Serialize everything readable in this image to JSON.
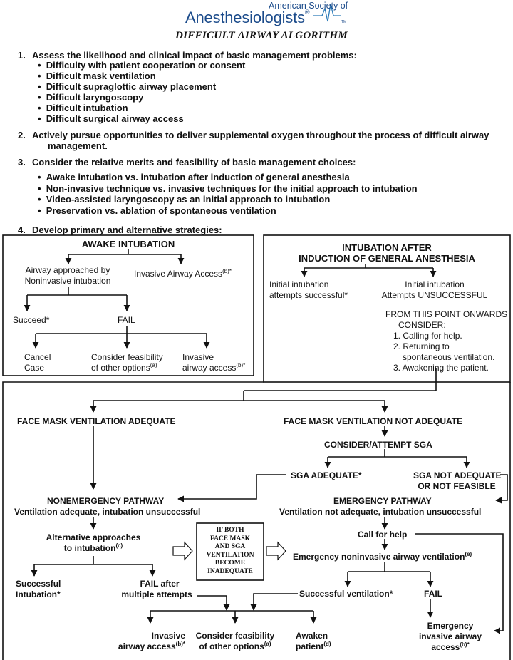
{
  "logo": {
    "line1": "American Society of",
    "line2": "Anesthesiologists",
    "reg": "®",
    "tm": "TM"
  },
  "title": "DIFFICULT AIRWAY ALGORITHM",
  "steps": [
    {
      "num": "1.",
      "text": "Assess the likelihood and clinical impact of basic management problems:",
      "bullets": [
        "Difficulty with patient cooperation or consent",
        "Difficult mask ventilation",
        "Difficult supraglottic airway placement",
        "Difficult laryngoscopy",
        "Difficult intubation",
        "Difficult surgical airway access"
      ]
    },
    {
      "num": "2.",
      "text": "Actively pursue opportunities to deliver supplemental oxygen throughout the process of difficult airway",
      "text2": "management."
    },
    {
      "num": "3.",
      "text": "Consider the relative merits and feasibility of basic management choices:",
      "bullets": [
        "Awake intubation vs. intubation after induction of general anesthesia",
        "Non-invasive technique vs. invasive techniques for the initial approach to intubation",
        "Video-assisted laryngoscopy as an initial approach to intubation",
        "Preservation vs. ablation of spontaneous ventilation"
      ]
    },
    {
      "num": "4.",
      "text": "Develop primary and alternative strategies:"
    }
  ],
  "awake": {
    "title": "AWAKE INTUBATION",
    "noninvasive_1": "Airway approached by",
    "noninvasive_2": "Noninvasive intubation",
    "invasive": "Invasive Airway Access",
    "invasive_sup": "(b)*",
    "succeed": "Succeed*",
    "fail": "FAIL",
    "cancel_1": "Cancel",
    "cancel_2": "Case",
    "consider_1": "Consider feasibility",
    "consider_2": "of other options",
    "consider_sup": "(a)",
    "inv_access_1": "Invasive",
    "inv_access_2": "airway access",
    "inv_access_sup": "(b)*"
  },
  "induction": {
    "title_1": "INTUBATION AFTER",
    "title_2": "INDUCTION OF GENERAL ANESTHESIA",
    "success_1": "Initial intubation",
    "success_2": "attempts successful*",
    "unsuccess_1": "Initial intubation",
    "unsuccess_2": "Attempts UNSUCCESSFUL",
    "consider_1": "FROM THIS POINT ONWARDS",
    "consider_2": "CONSIDER:",
    "opts": [
      "1. Calling for help.",
      "2. Returning to",
      "spontaneous ventilation.",
      "3. Awakening the patient."
    ]
  },
  "flow": {
    "fmv_adequate": "FACE MASK VENTILATION ADEQUATE",
    "fmv_not": "FACE MASK VENTILATION NOT ADEQUATE",
    "consider_sga": "CONSIDER/ATTEMPT SGA",
    "sga_adequate": "SGA ADEQUATE*",
    "sga_not_1": "SGA NOT ADEQUATE",
    "sga_not_2": "OR NOT FEASIBLE",
    "nonemerg_title": "NONEMERGENCY PATHWAY",
    "nonemerg_sub": "Ventilation adequate, intubation unsuccessful",
    "emerg_title": "EMERGENCY PATHWAY",
    "emerg_sub": "Ventilation not adequate, intubation unsuccessful",
    "alt_1": "Alternative approaches",
    "alt_2": "to intubation",
    "alt_sup": "(c)",
    "warning": [
      "IF BOTH",
      "FACE MASK",
      "AND SGA",
      "VENTILATION",
      "BECOME",
      "INADEQUATE"
    ],
    "call_help": "Call for help",
    "emerg_nonin": "Emergency noninvasive airway ventilation",
    "emerg_nonin_sup": "(e)",
    "succ_intub_1": "Successful",
    "succ_intub_2": "Intubation*",
    "fail_multi_1": "FAIL after",
    "fail_multi_2": "multiple attempts",
    "succ_vent": "Successful ventilation*",
    "fail": "FAIL",
    "inv_1": "Invasive",
    "inv_2": "airway access",
    "inv_sup": "(b)*",
    "cons_1": "Consider feasibility",
    "cons_2": "of other options",
    "cons_sup": "(a)",
    "awaken_1": "Awaken",
    "awaken_2": "patient",
    "awaken_sup": "(d)",
    "emerg_inv_1": "Emergency",
    "emerg_inv_2": "invasive airway",
    "emerg_inv_3": "access",
    "emerg_inv_sup": "(b)*"
  }
}
